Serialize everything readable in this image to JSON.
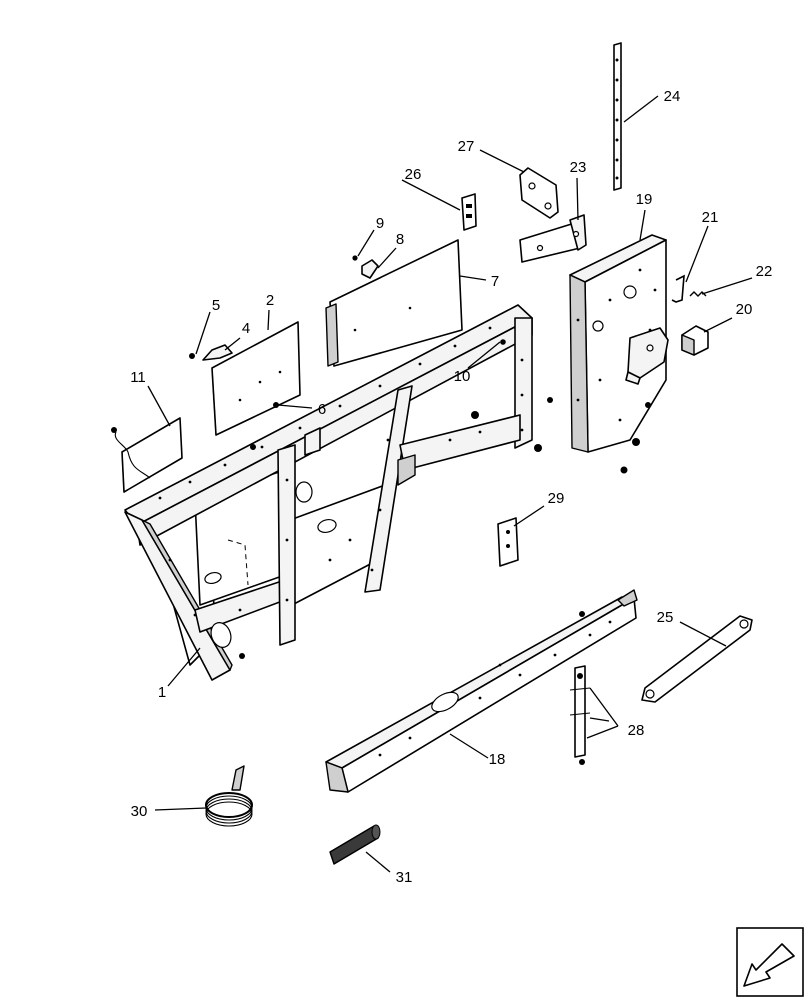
{
  "callouts": {
    "c1": "1",
    "c2": "2",
    "c4": "4",
    "c5": "5",
    "c6": "6",
    "c7": "7",
    "c8": "8",
    "c9": "9",
    "c10": "10",
    "c11": "11",
    "c18": "18",
    "c19": "19",
    "c20": "20",
    "c21": "21",
    "c22": "22",
    "c23": "23",
    "c24": "24",
    "c25": "25",
    "c26": "26",
    "c27": "27",
    "c28": "28",
    "c29": "29",
    "c30": "30",
    "c31": "31"
  },
  "nav": {
    "icon": "arrow-icon"
  }
}
